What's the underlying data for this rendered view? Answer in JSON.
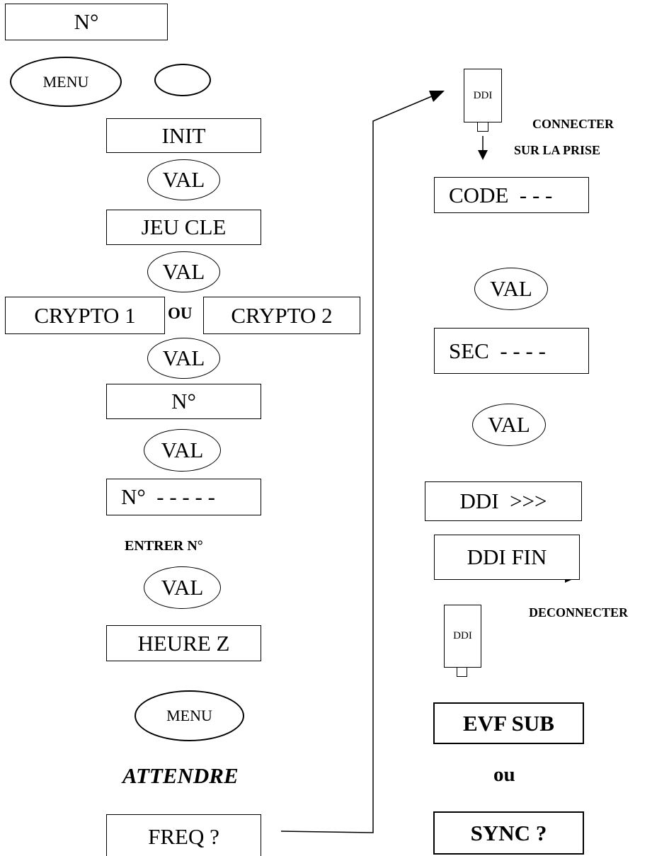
{
  "left_column": {
    "top_box": "N°",
    "menu_button_top": "MENU",
    "init": "INIT",
    "val_1": "VAL",
    "jeu_cle": "JEU CLE",
    "val_2": "VAL",
    "crypto_1": "CRYPTO 1",
    "ou_connector": "OU",
    "crypto_2": "CRYPTO 2",
    "val_3": "VAL",
    "n_box": "N°",
    "val_4": "VAL",
    "n_dashes": "N°  - - - - -",
    "entrer_label": "ENTRER N°",
    "val_5": "VAL",
    "heure_z": "HEURE Z",
    "menu_button_bottom": "MENU",
    "attendre": "ATTENDRE",
    "freq": "FREQ ?"
  },
  "right_column": {
    "ddi_device_top": "DDI",
    "connect_line_1": "CONNECTER",
    "connect_line_2": "SUR LA PRISE",
    "code_box": "CODE  - - -",
    "val_1": "VAL",
    "sec_box": "SEC  - - - -",
    "val_2": "VAL",
    "ddi_progress": "DDI  >>>",
    "ddi_fin": "DDI FIN",
    "ddi_device_bottom": "DDI",
    "disconnect_label": "DECONNECTER",
    "evf_sub": "EVF SUB",
    "ou_connector": "ou",
    "sync": "SYNC ?"
  }
}
